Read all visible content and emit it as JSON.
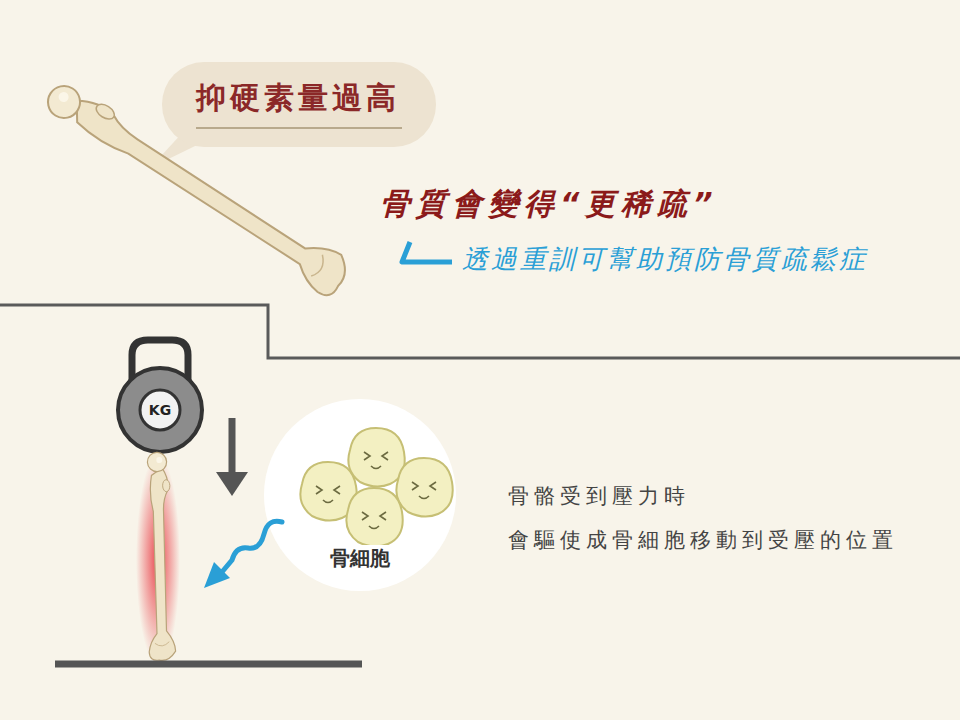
{
  "diagram": {
    "nodes": [
      {
        "text": [
          "抑硬素量過高"
        ]
      },
      {
        "text": [
          "骨細胞"
        ]
      }
    ],
    "labels": [
      "骨質會變得“更稀疏”",
      "透過重訓可幫助預防骨質疏鬆症",
      "KG",
      "骨骼受到壓力時",
      "會驅使成骨細胞移動到受壓的位置"
    ]
  }
}
